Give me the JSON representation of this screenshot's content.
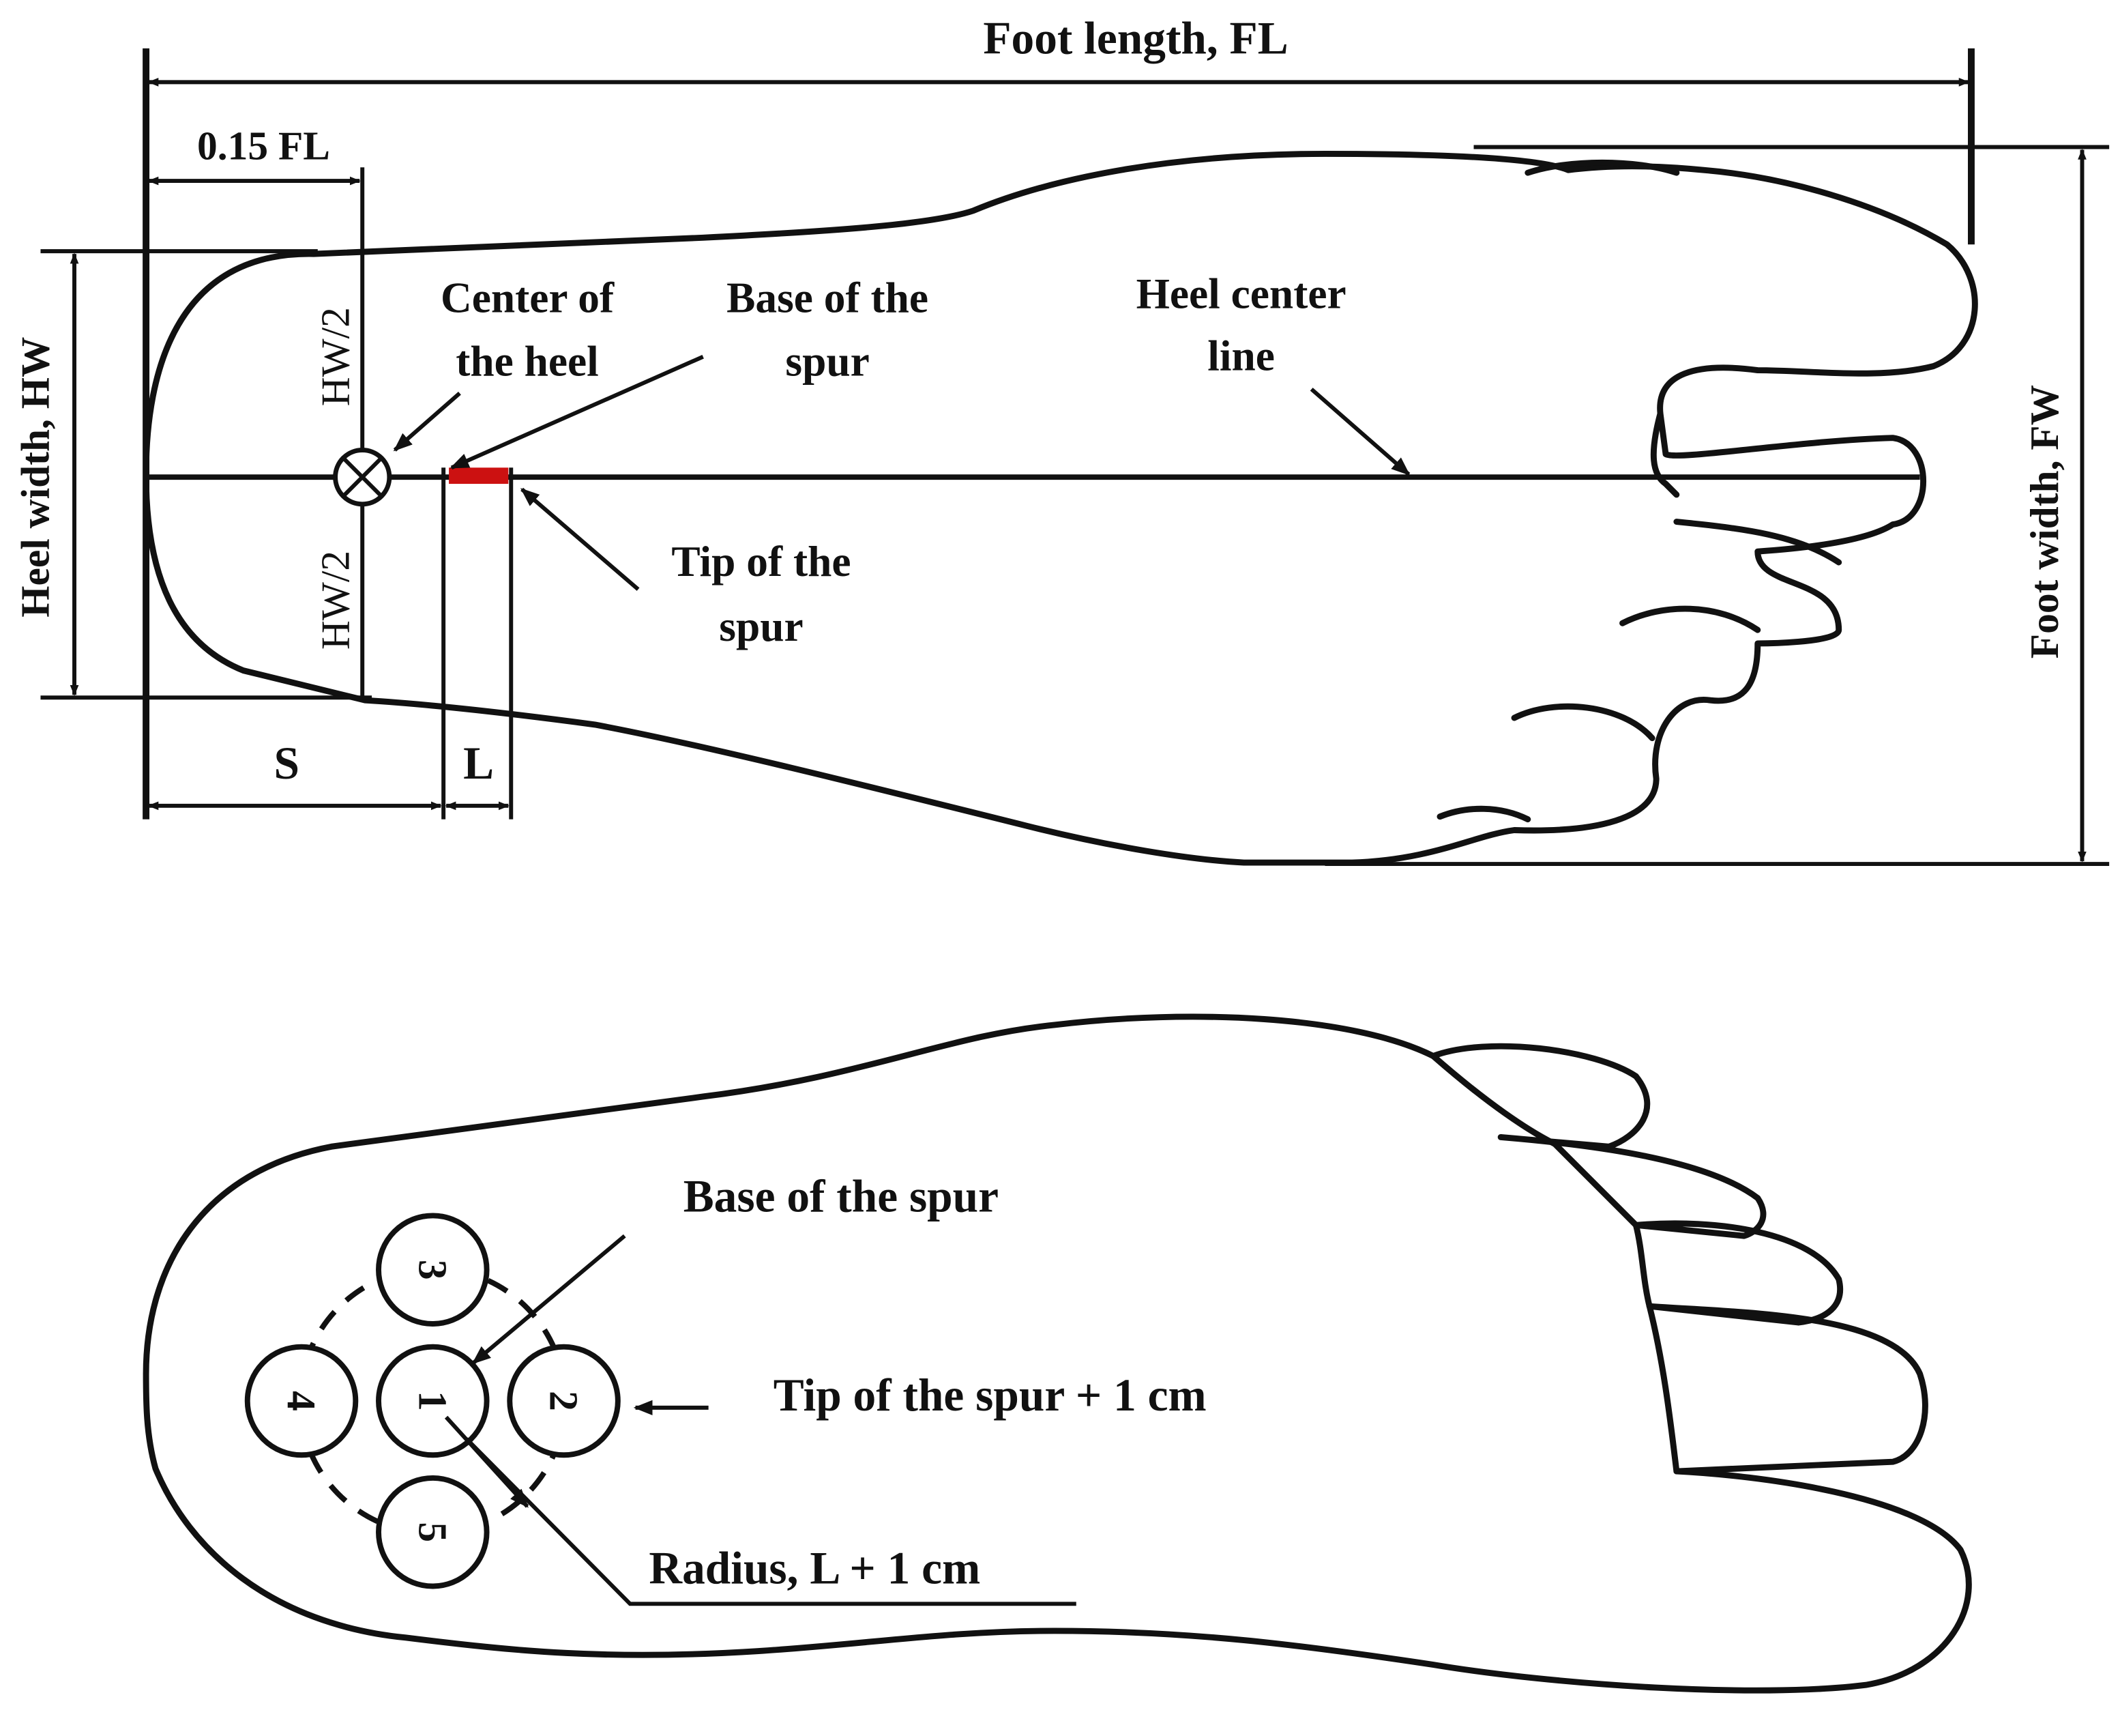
{
  "top_view": {
    "foot_length": "Foot length, FL",
    "fl_fraction": "0.15 FL",
    "heel_width": "Heel width, HW",
    "foot_width": "Foot width, FW",
    "half_heel_width_upper": "HW/2",
    "half_heel_width_lower": "HW/2",
    "center_of_heel": [
      "Center of",
      "the heel"
    ],
    "base_of_spur": [
      "Base of the",
      "spur"
    ],
    "heel_center_line": [
      "Heel center",
      "line"
    ],
    "tip_of_spur": [
      "Tip of the",
      "spur"
    ],
    "s_label": "S",
    "l_label": "L",
    "spur_color": "#cc1111"
  },
  "bottom_view": {
    "base_of_spur": "Base of the spur",
    "tip_plus": "Tip of the spur + 1 cm",
    "radius": "Radius, L + 1 cm",
    "site_labels": [
      "1",
      "2",
      "3",
      "4",
      "5"
    ]
  }
}
